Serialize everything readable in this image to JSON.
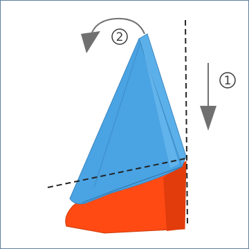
{
  "diagram": {
    "steps": [
      {
        "number": "1",
        "action": "fold-down-arrow"
      },
      {
        "number": "2",
        "action": "rotate-counterclockwise-arrow"
      }
    ],
    "colors": {
      "front_paper": "#4aa3e3",
      "front_paper_shade": "#6bb9ee",
      "back_paper": "#ff4a14",
      "back_paper_shade": "#e23c0c",
      "arrow_gray": "#707070",
      "fold_line": "#222222",
      "frame_border": "#5d7ea0"
    },
    "icons": [
      "arrow-down-icon",
      "rotate-arrow-icon"
    ]
  }
}
